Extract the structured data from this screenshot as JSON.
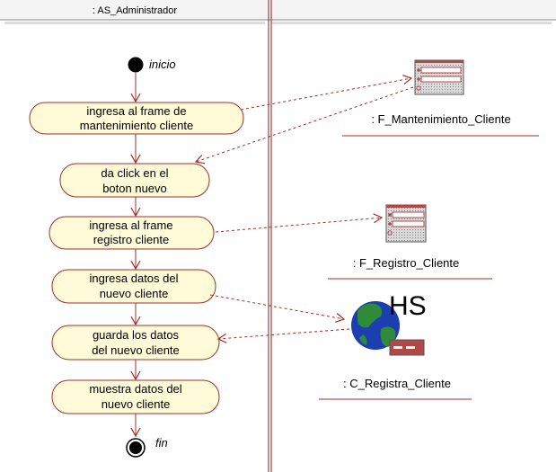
{
  "swimlanes": [
    {
      "title": ": AS_Administrador"
    },
    {
      "title": ""
    }
  ],
  "initial_label": "inicio",
  "final_label": "fin",
  "activities": [
    {
      "line1": "ingresa al frame de",
      "line2": "mantenimiento cliente"
    },
    {
      "line1": "da click en el",
      "line2": "boton nuevo"
    },
    {
      "line1": "ingresa al frame",
      "line2": "registro cliente"
    },
    {
      "line1": "ingresa datos del",
      "line2": "nuevo cliente"
    },
    {
      "line1": "guarda los datos",
      "line2": "del nuevo cliente"
    },
    {
      "line1": "muestra datos del",
      "line2": "nuevo cliente"
    }
  ],
  "objects": [
    {
      "label": ": F_Mantenimiento_Cliente",
      "icon": "form-icon"
    },
    {
      "label": ": F_Registro_Cliente",
      "icon": "form-icon"
    },
    {
      "label": ": C_Registra_Cliente",
      "icon": "globe-server-icon",
      "badge": "HS"
    }
  ],
  "colors": {
    "activity_fill": "#fffbd8",
    "activity_stroke": "#a0302a",
    "arrow": "#a0302a",
    "lane_line": "#8b1c1c",
    "object_underline": "#a0302a",
    "header_bg": "#f4f4f4",
    "globe_blue": "#1b3fb0",
    "globe_green": "#2f8a3a",
    "form_fill": "#b04848"
  }
}
